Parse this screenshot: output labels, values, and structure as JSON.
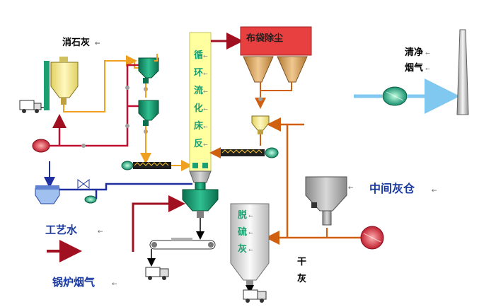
{
  "labels": {
    "lime": "消石灰",
    "clean_gas_line1": "清净",
    "clean_gas_line2": "烟气",
    "intermediate_silo": "中间灰仓",
    "process_water": "工艺水",
    "boiler_flue_gas": "锅炉烟气",
    "dry_ash_line1": "干",
    "dry_ash_line2": "灰"
  },
  "bag_filter": {
    "text": "布袋除尘"
  },
  "cfb_column": {
    "chars": [
      "循",
      "环",
      "流",
      "化",
      "床",
      "反"
    ]
  },
  "desulf_silo": {
    "chars": [
      "脱",
      "硫",
      "灰"
    ]
  },
  "arrow_marker": "←",
  "colors": {
    "flue_gas": "#a01020",
    "lime_line": "#f0a020",
    "ash_line": "#d06010",
    "water_line": "#2030a0",
    "clean_gas": "#80c8f0",
    "hopper_green": "#1aa070",
    "column_fill": "#ffffa0",
    "bag_filter_fill": "#e84040"
  }
}
